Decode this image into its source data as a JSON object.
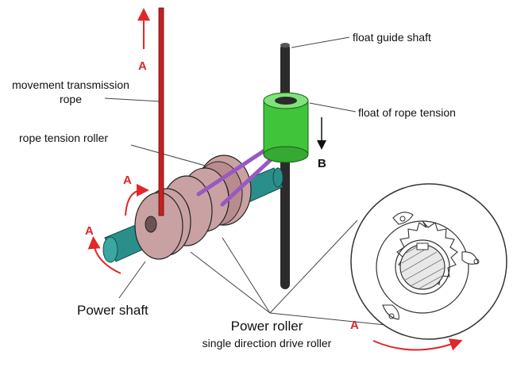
{
  "labels": {
    "movement_rope_line1": "movement transmission",
    "movement_rope_line2": "rope",
    "float_guide_shaft": "float guide shaft",
    "float_of_rope_tension": "float of rope tension",
    "rope_tension_roller": "rope tension roller",
    "power_shaft": "Power shaft",
    "power_roller": "Power roller",
    "single_direction_drive_roller": "single direction drive roller"
  },
  "markers": {
    "a_top": "A",
    "a_roller": "A",
    "a_left": "A",
    "a_detail": "A",
    "b": "B"
  },
  "colors": {
    "rope_red": "#c8201f",
    "float_green": "#3fc43a",
    "shaft_teal": "#2a8f8b",
    "roller_pink": "#c9a1a3",
    "arrow_red": "#e0282a",
    "rope_purple": "#9a58c2"
  }
}
